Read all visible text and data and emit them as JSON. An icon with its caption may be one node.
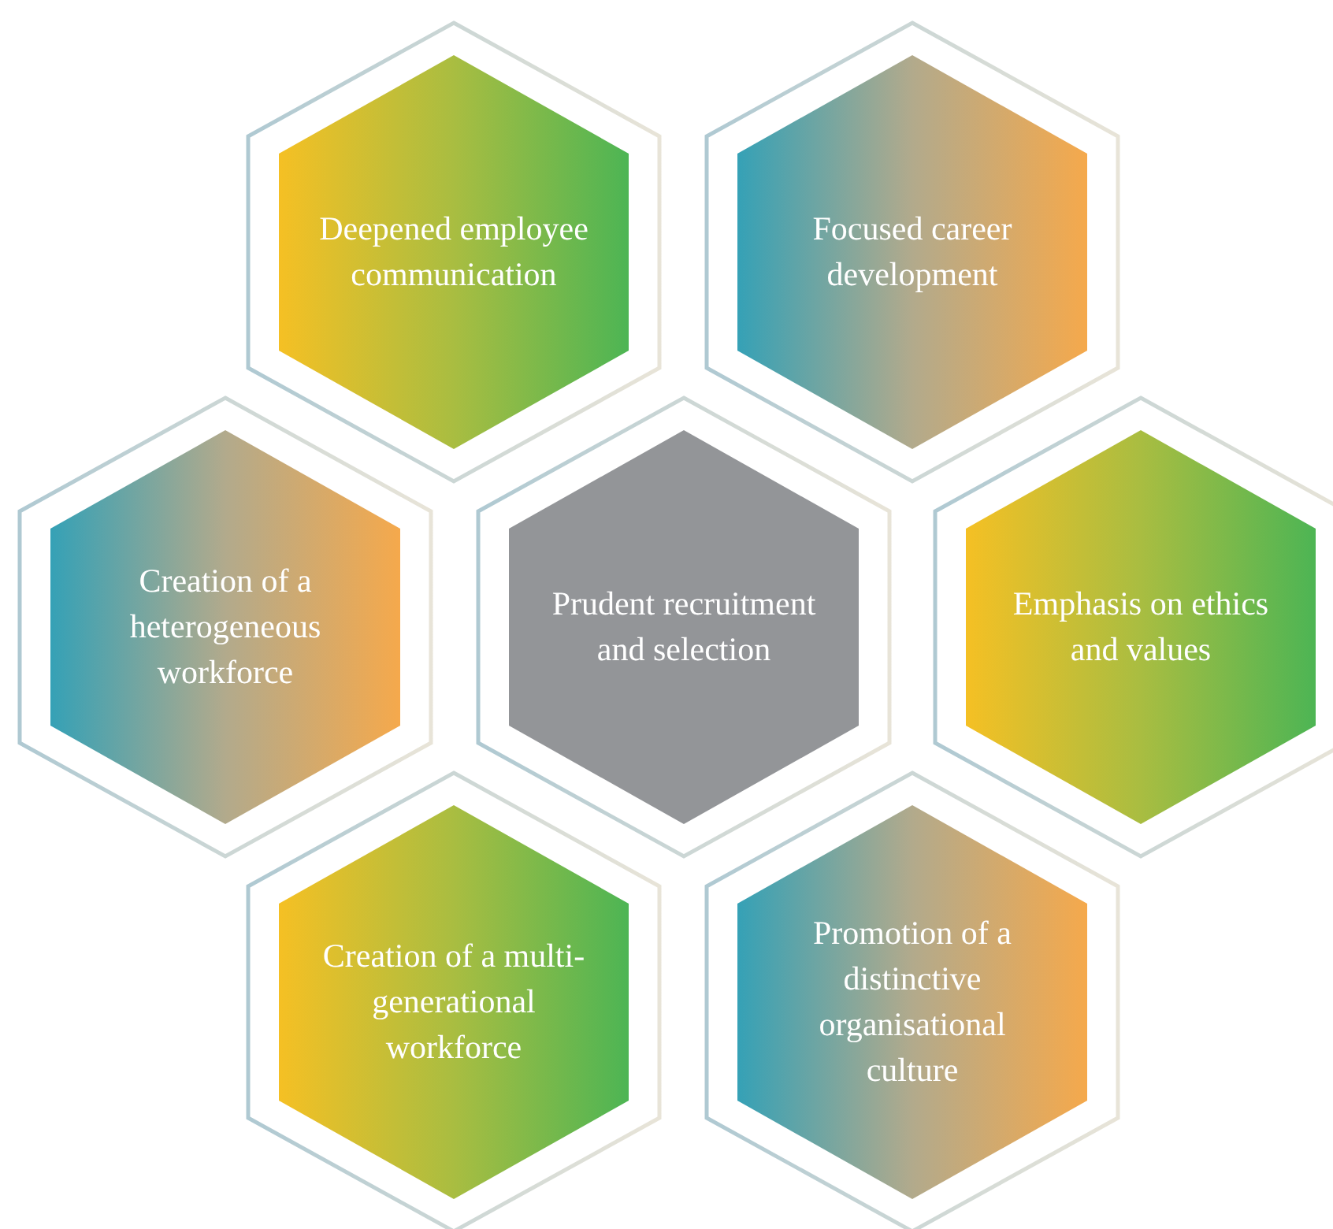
{
  "diagram": {
    "nodes": [
      {
        "text": [
          "Deepened employee communication"
        ]
      },
      {
        "text": [
          "Focused career development"
        ]
      },
      {
        "text": [
          "Creation of a heterogeneous workforce"
        ]
      },
      {
        "text": [
          "Prudent recruitment and selection"
        ]
      },
      {
        "text": [
          "Emphasis on ethics and values"
        ]
      },
      {
        "text": [
          "Creation of a multi-generational workforce"
        ]
      },
      {
        "text": [
          "Promotion of a distinctive organisational culture"
        ]
      }
    ]
  }
}
